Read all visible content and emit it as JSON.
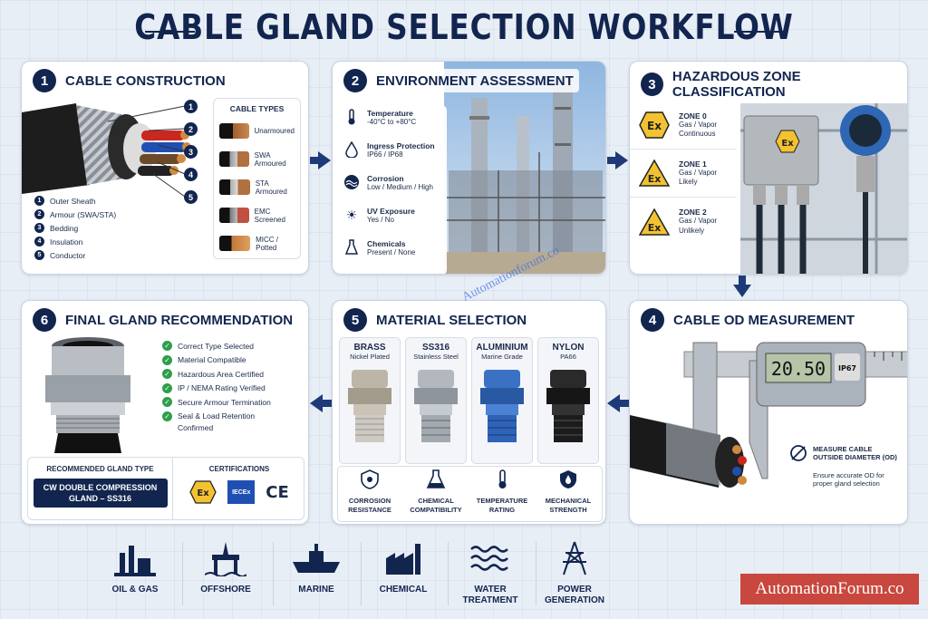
{
  "title": "CABLE GLAND SELECTION WORKFLOW",
  "step1": {
    "num": "1",
    "title": "CABLE CONSTRUCTION",
    "callouts": [
      "1",
      "2",
      "3",
      "4",
      "5"
    ],
    "legend": [
      {
        "n": "1",
        "label": "Outer Sheath"
      },
      {
        "n": "2",
        "label": "Armour (SWA/STA)"
      },
      {
        "n": "3",
        "label": "Bedding"
      },
      {
        "n": "4",
        "label": "Insulation"
      },
      {
        "n": "5",
        "label": "Conductor"
      }
    ],
    "types_title": "CABLE TYPES",
    "types": [
      "Unarmoured",
      "SWA Armoured",
      "STA Armoured",
      "EMC Screened",
      "MICC / Potted"
    ]
  },
  "step2": {
    "num": "2",
    "title": "ENVIRONMENT ASSESSMENT",
    "items": [
      {
        "icon": "thermometer-icon",
        "title": "Temperature",
        "value": "-40°C to +80°C"
      },
      {
        "icon": "water-drop-icon",
        "title": "Ingress Protection",
        "value": "IP66 / IP68"
      },
      {
        "icon": "waves-icon",
        "title": "Corrosion",
        "value": "Low / Medium / High"
      },
      {
        "icon": "sun-icon",
        "title": "UV Exposure",
        "value": "Yes / No"
      },
      {
        "icon": "flask-icon",
        "title": "Chemicals",
        "value": "Present / None"
      }
    ]
  },
  "step3": {
    "num": "3",
    "title": "HAZARDOUS ZONE CLASSIFICATION",
    "badge": "Ex",
    "zones": [
      {
        "name": "ZONE 0",
        "l1": "Gas / Vapor",
        "l2": "Continuous"
      },
      {
        "name": "ZONE 1",
        "l1": "Gas / Vapor",
        "l2": "Likely"
      },
      {
        "name": "ZONE 2",
        "l1": "Gas / Vapor",
        "l2": "Unlikely"
      }
    ]
  },
  "step4": {
    "num": "4",
    "title": "CABLE OD MEASUREMENT",
    "reading": "20.50",
    "rating": "IP67",
    "measure_l1": "MEASURE CABLE",
    "measure_l2": "OUTSIDE DIAMETER (OD)",
    "note_l1": "Ensure accurate OD for",
    "note_l2": "proper gland selection"
  },
  "step5": {
    "num": "5",
    "title": "MATERIAL SELECTION",
    "materials": [
      {
        "name": "BRASS",
        "sub": "Nickel Plated",
        "color": "#b8b2a6"
      },
      {
        "name": "SS316",
        "sub": "Stainless Steel",
        "color": "#a9adb3"
      },
      {
        "name": "ALUMINIUM",
        "sub": "Marine Grade",
        "color": "#2f63b8"
      },
      {
        "name": "NYLON",
        "sub": "PA66",
        "color": "#1c1c1c"
      }
    ],
    "properties": [
      {
        "icon": "shield-icon",
        "l1": "CORROSION",
        "l2": "RESISTANCE"
      },
      {
        "icon": "flask-icon",
        "l1": "CHEMICAL",
        "l2": "COMPATIBILITY"
      },
      {
        "icon": "thermometer-icon",
        "l1": "TEMPERATURE",
        "l2": "RATING"
      },
      {
        "icon": "drop-shield-icon",
        "l1": "MECHANICAL",
        "l2": "STRENGTH"
      }
    ]
  },
  "step6": {
    "num": "6",
    "title": "FINAL GLAND RECOMMENDATION",
    "checks": [
      "Correct Type Selected",
      "Material Compatible",
      "Hazardous Area Certified",
      "IP / NEMA Rating Verified",
      "Secure Armour Termination",
      "Seal & Load Retention"
    ],
    "checks_cont": "Confirmed",
    "rec_title": "RECOMMENDED GLAND TYPE",
    "rec_l1": "CW DOUBLE COMPRESSION",
    "rec_l2": "GLAND – SS316",
    "cert_title": "CERTIFICATIONS",
    "certs": [
      "Ex",
      "IECEx",
      "CE"
    ]
  },
  "industries": [
    {
      "l1": "OIL & GAS",
      "l2": ""
    },
    {
      "l1": "OFFSHORE",
      "l2": ""
    },
    {
      "l1": "MARINE",
      "l2": ""
    },
    {
      "l1": "CHEMICAL",
      "l2": ""
    },
    {
      "l1": "WATER",
      "l2": "TREATMENT"
    },
    {
      "l1": "POWER",
      "l2": "GENERATION"
    }
  ],
  "watermark": "AutomationForum.co",
  "diag_watermark": "Automationforum.co",
  "colors": {
    "navy": "#12254f",
    "accent": "#1e3a78",
    "hazard": "#f2c230",
    "check": "#2e9e4a",
    "watermark": "#c8473e"
  }
}
